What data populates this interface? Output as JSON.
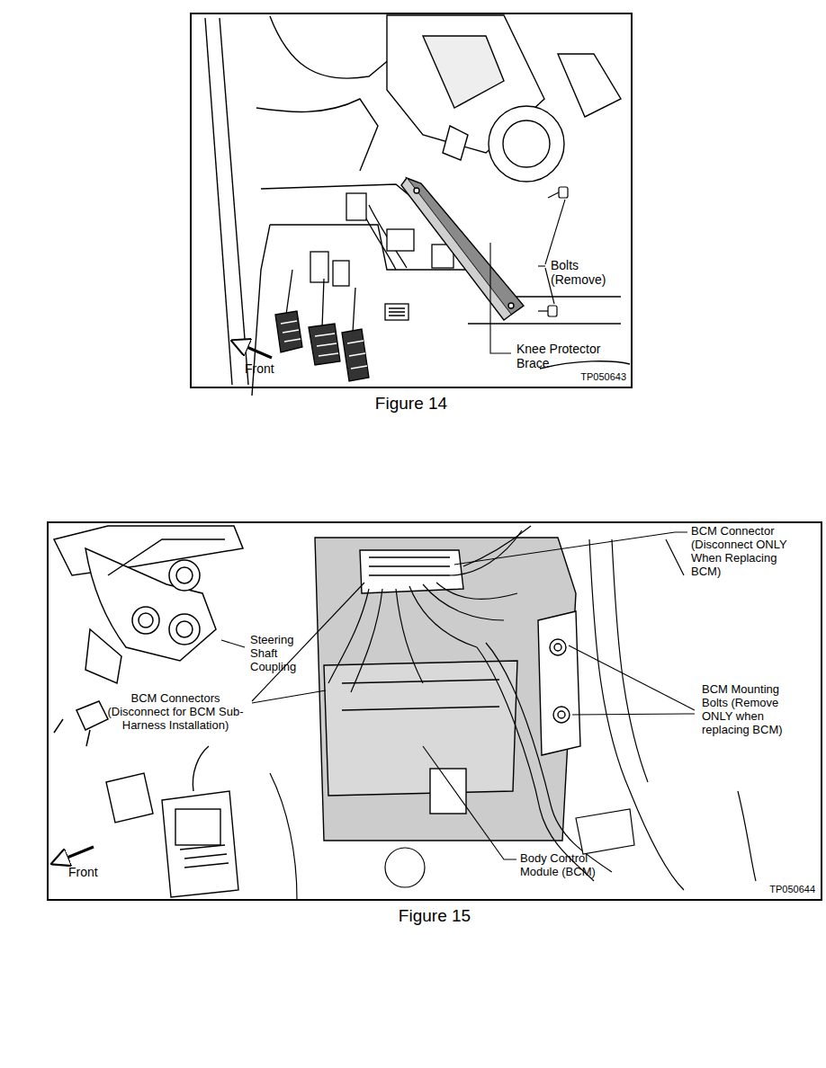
{
  "diagram": {
    "nodes": [
      {
        "text": [
          "Figure 14"
        ]
      },
      {
        "text": [
          "Figure 15"
        ]
      }
    ],
    "labels": [
      "Bolts (Remove)",
      "Knee Protector Brace",
      "Front",
      "TP050643",
      "BCM Connector (Disconnect ONLY When Replacing BCM)",
      "Steering Shaft Coupling",
      "BCM Mounting Bolts (Remove ONLY when replacing BCM)",
      "BCM Connectors (Disconnect for BCM Sub-Harness Installation)",
      "Front",
      "Body Control Module (BCM)",
      "TP050644"
    ]
  }
}
